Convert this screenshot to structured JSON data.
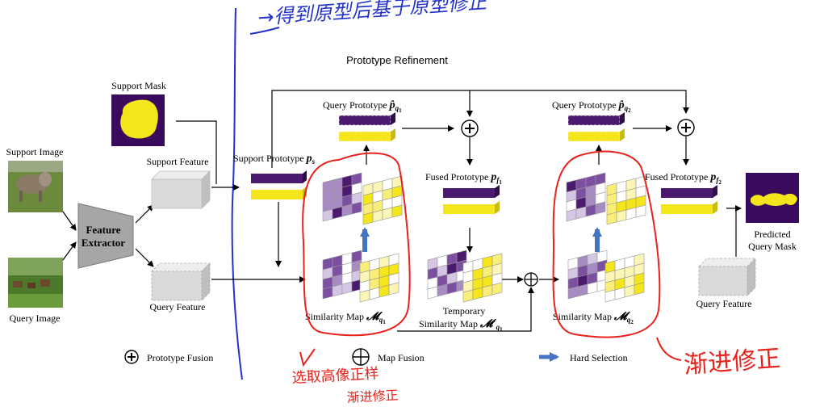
{
  "top_fragment": "",
  "handwriting": {
    "top": "→得到原型后基于原型修正",
    "bottom_left": [
      "选取高像正样",
      "渐进修正"
    ],
    "bottom_right": "渐进修正"
  },
  "title": "Prototype Refinement",
  "labels": {
    "support_mask": "Support Mask",
    "support_image": "Support Image",
    "query_image": "Query Image",
    "feature_extractor": [
      "Feature",
      "Extractor"
    ],
    "support_feature": "Support Feature",
    "query_feature": "Query Feature",
    "support_prototype": "Support Prototype",
    "support_prototype_sym": "p",
    "support_prototype_sub": "s",
    "query_prototype_1": "Query Prototype",
    "query_prototype_2": "Query Prototype",
    "qp_sym": "p̂",
    "qp1_sub": "q",
    "qp1_subsub": "1",
    "qp2_sub": "q",
    "qp2_subsub": "2",
    "fused_prototype_1": "Fused Prototype",
    "fused_prototype_2": "Fused Prototype",
    "fp_sym": "p",
    "fp1_sub": "f",
    "fp1_subsub": "1",
    "fp2_sub": "f",
    "fp2_subsub": "2",
    "similarity_map_1": "Similarity Map",
    "similarity_map_2": "Similarity Map",
    "sm_sym": "𝓜",
    "sm1_sub": "q",
    "sm1_subsub": "1",
    "sm2_sub": "q",
    "sm2_subsub": "2",
    "temporary": "Temporary",
    "temporary_sim": "Similarity Map",
    "temp_sym": "𝓜′",
    "temp_sub": "q",
    "temp_subsub": "1",
    "predicted": [
      "Predicted",
      "Query Mask"
    ],
    "query_feature_right": "Query Feature"
  },
  "legend": {
    "prototype_fusion": "Prototype Fusion",
    "map_fusion": "Map Fusion",
    "hard_selection": "Hard Selection"
  },
  "colors": {
    "purple": "#4b1a6e",
    "yellow": "#f5e51b",
    "mask_bg": "#3a0a5c",
    "red_ink": "#e8221c",
    "blue_ink": "#2233cc",
    "hard_arrow": "#4472c4",
    "feature_gray": "#d9d9d9"
  }
}
